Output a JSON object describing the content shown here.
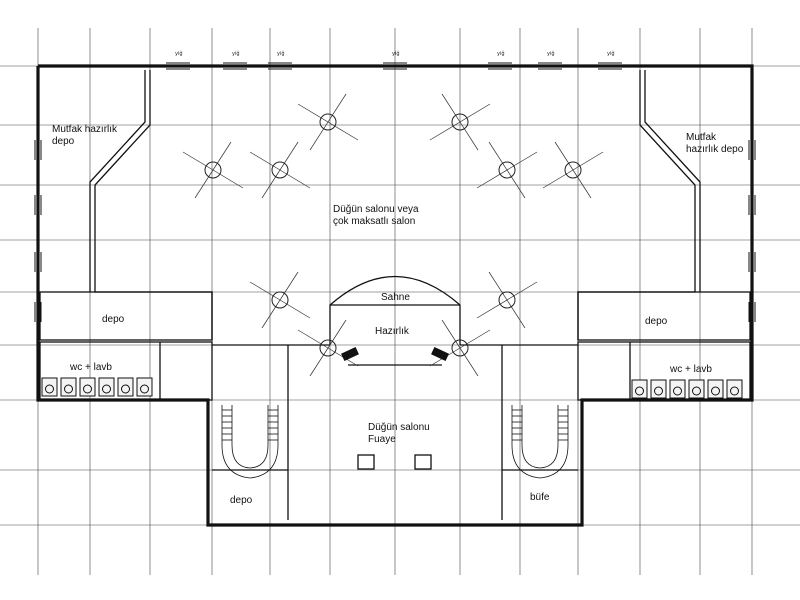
{
  "drawing": {
    "rooms": {
      "kitchen_left": "Mutfak hazırlık\ndepo",
      "kitchen_right": "Mutfak\nhazırlık depo",
      "hall": "Düğün salonu veya\nçok maksatlı salon",
      "stage": "Sahne",
      "prep": "Hazırlık",
      "depo_left": "depo",
      "depo_right": "depo",
      "wc_left": "wc + lavb",
      "wc_right": "wc + lavb",
      "foyer": "Düğün salonu\nFuaye",
      "depo_bottom": "depo",
      "buffet": "büfe"
    },
    "window_tag": "yiğ",
    "colors": {
      "line": "#111111",
      "background": "#ffffff"
    }
  }
}
